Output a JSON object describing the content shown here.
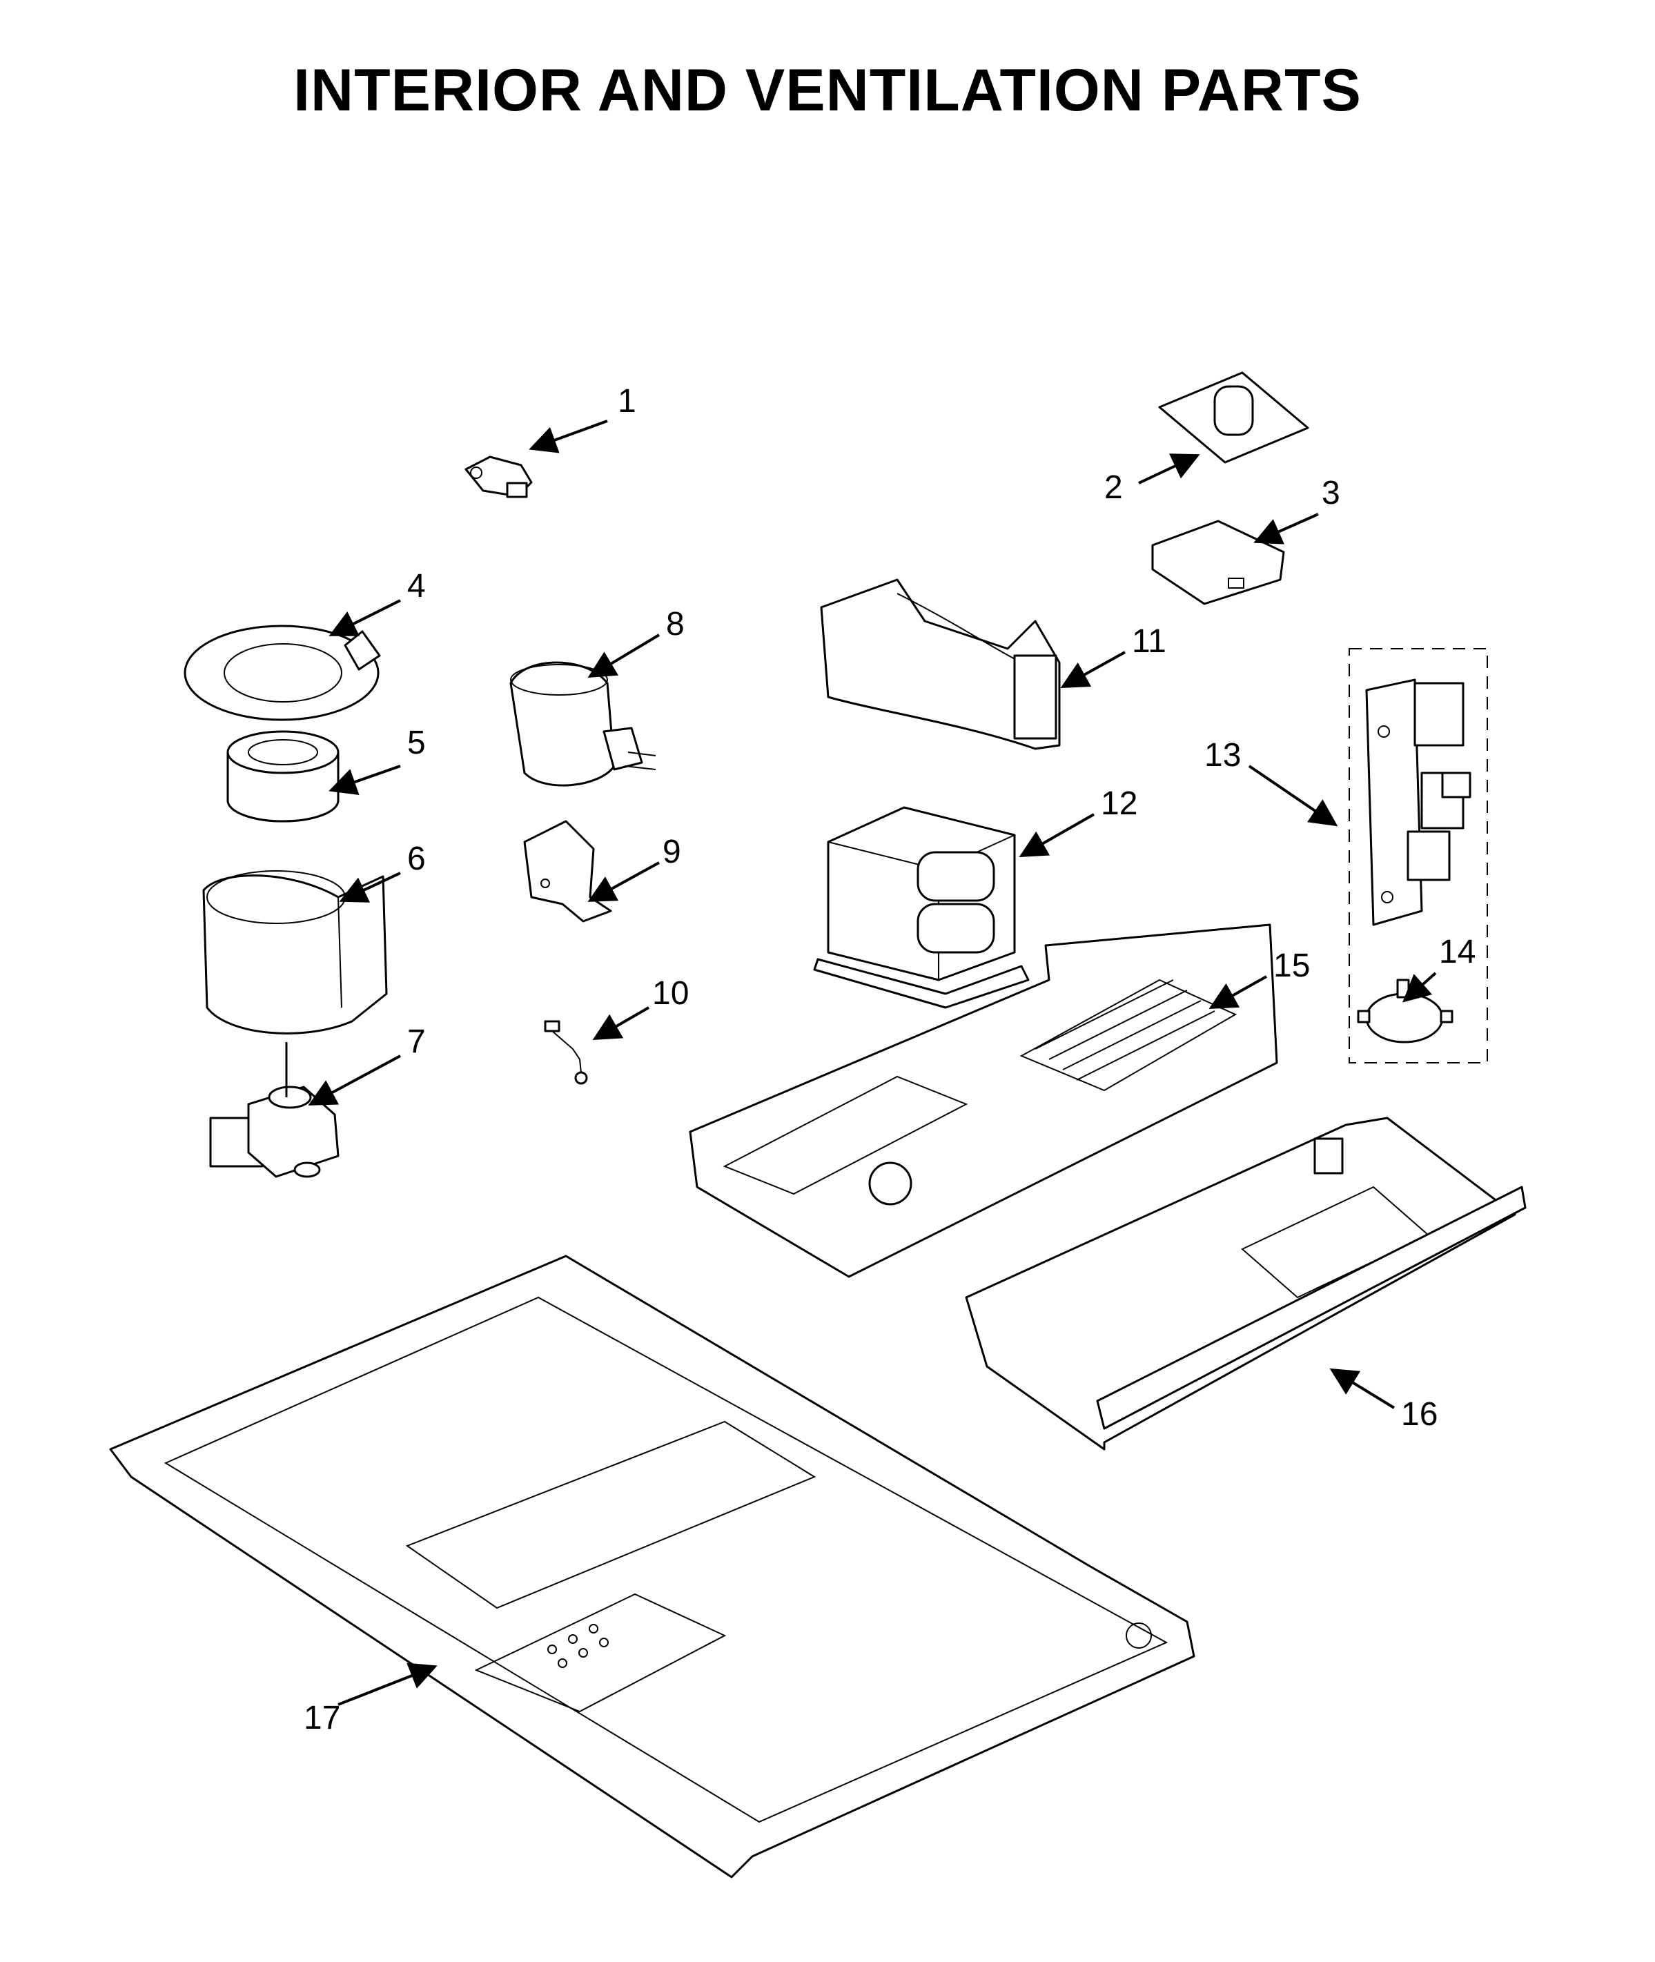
{
  "title": "INTERIOR AND VENTILATION PARTS",
  "callouts": [
    "1",
    "2",
    "3",
    "4",
    "5",
    "6",
    "7",
    "8",
    "9",
    "10",
    "11",
    "12",
    "13",
    "14",
    "15",
    "16",
    "17"
  ]
}
